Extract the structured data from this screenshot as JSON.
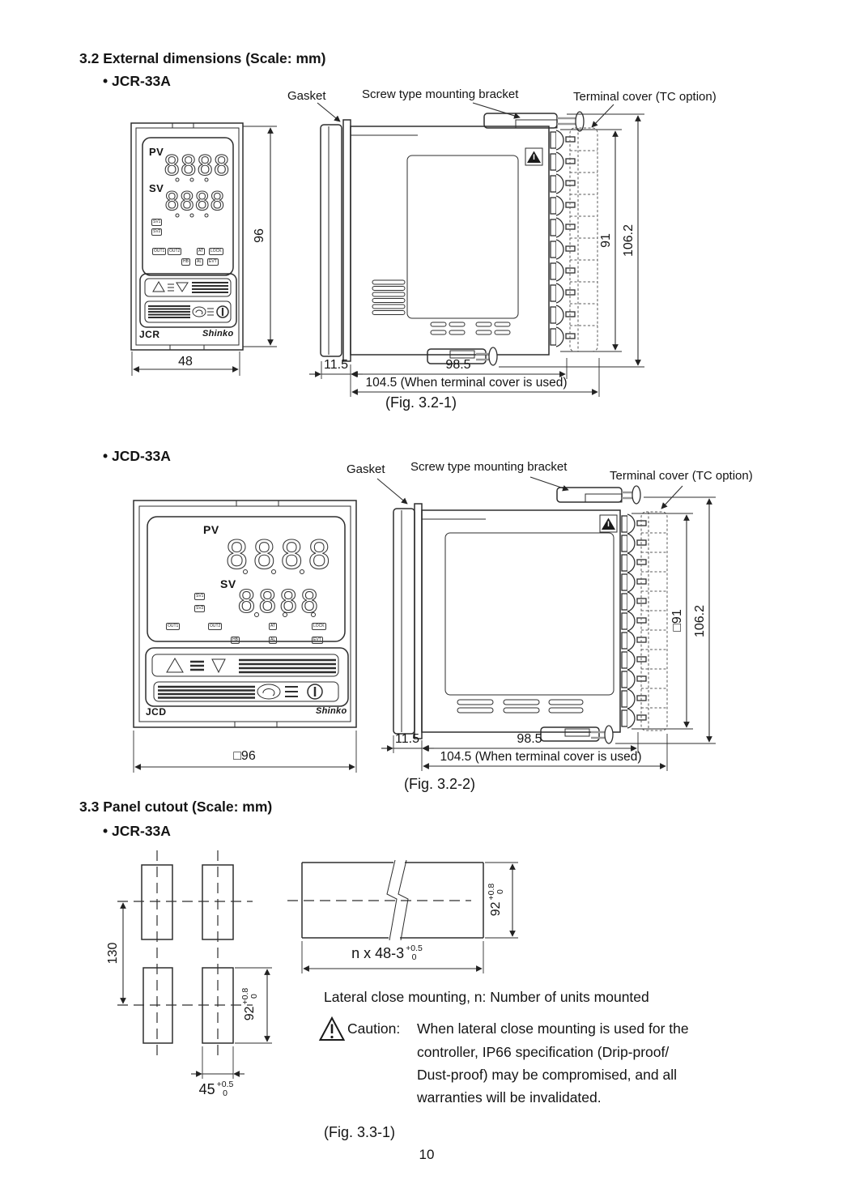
{
  "page": {
    "number": "10"
  },
  "section_ext": {
    "title": "3.2 External dimensions (Scale: mm)",
    "fig1": {
      "model": "• JCR-33A",
      "caption": "(Fig. 3.2-1)",
      "labels": {
        "gasket": "Gasket",
        "bracket": "Screw type mounting bracket",
        "terminal_cover": "Terminal cover (TC option)"
      },
      "front": {
        "pv_label": "PV",
        "sv_label": "SV",
        "pv_digits": "8888",
        "sv_digits": "8888",
        "model_label": "JCR",
        "brand": "Shinko",
        "ind_left": [
          "SV1",
          "SV2"
        ],
        "ind_row1": [
          "OUT1",
          "OUT2",
          "AT",
          "LOCK"
        ],
        "ind_row2": [
          "HB",
          "AL",
          "EVT"
        ],
        "dim_height": "96",
        "dim_width": "48"
      },
      "side": {
        "dim_front_depth": "11.5",
        "dim_body_depth": "98.5",
        "dim_cover_depth": "104.5 (When terminal cover is used)",
        "dim_terminal_height": "91",
        "dim_total_height": "106.2"
      }
    },
    "fig2": {
      "model": "• JCD-33A",
      "caption": "(Fig. 3.2-2)",
      "labels": {
        "gasket": "Gasket",
        "bracket": "Screw type mounting bracket",
        "terminal_cover": "Terminal cover (TC option)"
      },
      "front": {
        "pv_label": "PV",
        "sv_label": "SV",
        "pv_digits": "8888",
        "sv_digits": "8888",
        "model_label": "JCD",
        "brand": "Shinko",
        "ind_left": [
          "SV1",
          "SV2"
        ],
        "ind_row1": [
          "OUT1",
          "OUT2",
          "AT",
          "LOCK"
        ],
        "ind_row2": [
          "HB",
          "AL",
          "EVT"
        ],
        "dim_width": "□96"
      },
      "side": {
        "dim_front_depth": "11.5",
        "dim_body_depth": "98.5",
        "dim_cover_depth": "104.5 (When terminal cover is used)",
        "dim_terminal_height": "□91",
        "dim_total_height": "106.2"
      }
    }
  },
  "section_cutout": {
    "title": "3.3 Panel cutout (Scale: mm)",
    "model": "• JCR-33A",
    "caption": "(Fig. 3.3-1)",
    "dims": {
      "pitch_v": "130",
      "cut_h": "92",
      "cut_h_tp": "+0.8",
      "cut_h_tm": "0",
      "cut_w": "45",
      "cut_w_tp": "+0.5",
      "cut_w_tm": "0",
      "lateral": "n x 48-3",
      "lateral_tp": "+0.5",
      "lateral_tm": "0"
    },
    "note": "Lateral close mounting, n: Number of units mounted",
    "caution_title": "Caution:",
    "caution_lines": [
      "When lateral close mounting is used for the",
      "controller, IP66 specification (Drip-proof/",
      "Dust-proof) may be compromised, and all",
      "warranties will be invalidated."
    ]
  }
}
